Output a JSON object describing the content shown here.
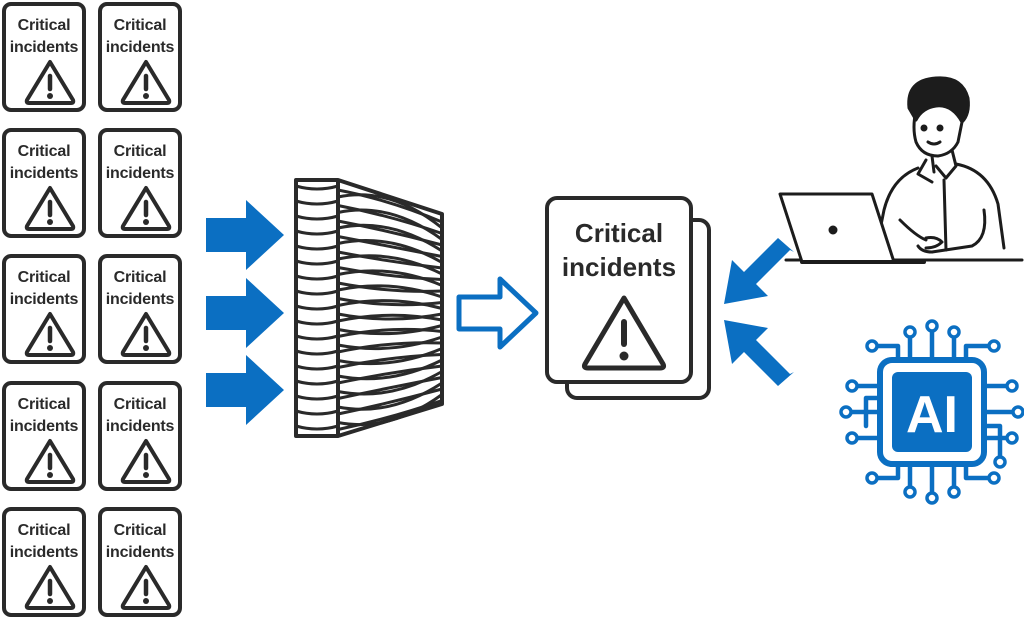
{
  "card": {
    "title_line1": "Critical",
    "title_line2": "incidents"
  },
  "aggregate_doc": {
    "title_line1": "Critical",
    "title_line2": "incidents"
  },
  "ai_chip": {
    "label": "AI"
  },
  "colors": {
    "accent_blue": "#0b6fc2",
    "line_dark": "#2a2a2a"
  },
  "icons": [
    "warning-triangle-icon",
    "filter-icon",
    "person-laptop-icon",
    "ai-chip-icon",
    "arrow-right-icon"
  ]
}
